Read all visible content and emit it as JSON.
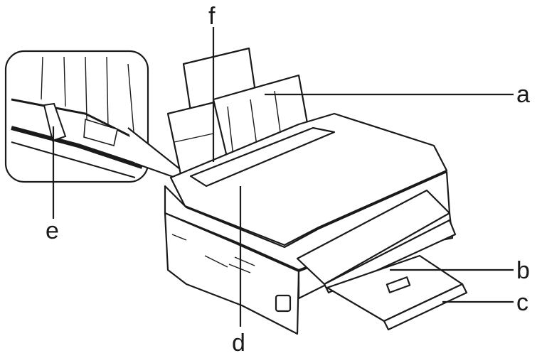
{
  "callouts": {
    "a": "a",
    "b": "b",
    "c": "c",
    "d": "d",
    "e": "e",
    "f": "f"
  },
  "colors": {
    "line": "#1a1a1a",
    "background": "#ffffff"
  }
}
